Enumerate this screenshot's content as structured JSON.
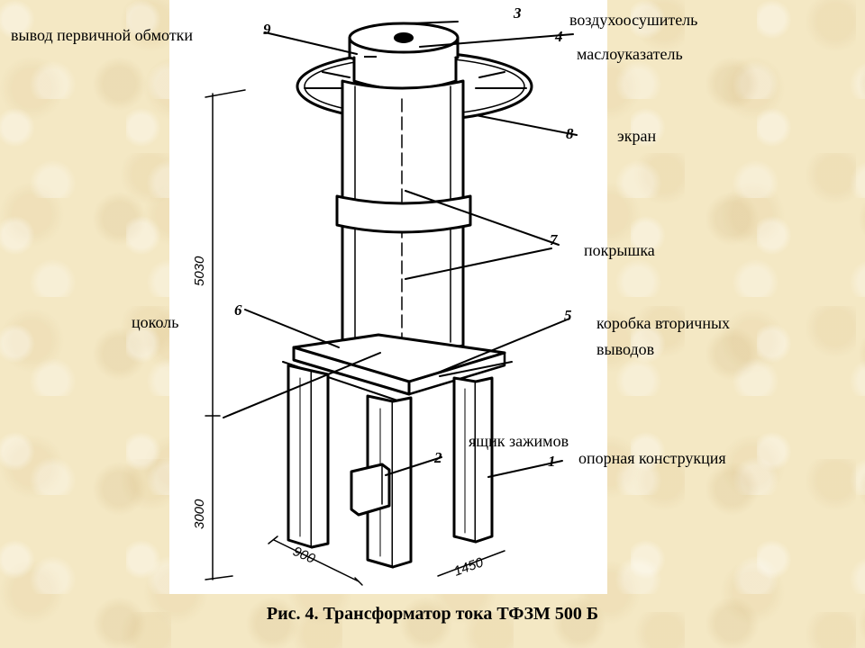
{
  "labels": {
    "primary_lead": "вывод первичной обмотки",
    "air_dryer": "воздухоосушитель",
    "oil_gauge": "маслоуказатель",
    "screen": "экран",
    "cover": "покрышка",
    "base": "цоколь",
    "secondary_box_line1": "коробка вторичных",
    "secondary_box_line2": "выводов",
    "terminal_box": "ящик зажимов",
    "support": "опорная конструкция"
  },
  "drawing": {
    "callouts": [
      "1",
      "2",
      "3",
      "4",
      "5",
      "6",
      "7",
      "8",
      "9"
    ],
    "dimensions": [
      "5030",
      "3000",
      "900",
      "1450"
    ]
  },
  "caption": "Рис. 4. Трансформатор тока ТФЗМ 500 Б",
  "colors": {
    "background": "#f4e8c4",
    "ink": "#000000"
  }
}
